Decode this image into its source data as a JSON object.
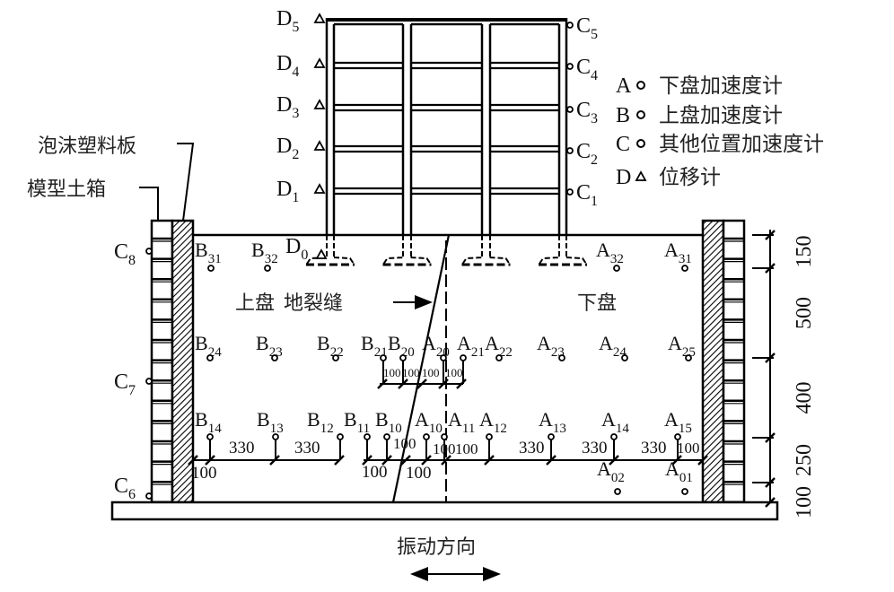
{
  "labels": {
    "foam_board": "泡沫塑料板",
    "soil_box": "模型土箱",
    "hanging_wall": "上盘",
    "ground_fissure": "地裂缝",
    "footwall": "下盘",
    "vibration_direction": "振动方向"
  },
  "legend": [
    {
      "letter": "A",
      "symbol": "circle",
      "text": "下盘加速度计"
    },
    {
      "letter": "B",
      "symbol": "circle",
      "text": "上盘加速度计"
    },
    {
      "letter": "C",
      "symbol": "circle",
      "text": "其他位置加速度计"
    },
    {
      "letter": "D",
      "symbol": "triangle",
      "text": "位移计"
    }
  ],
  "displacement_meters": [
    {
      "base": "D",
      "sub": "5"
    },
    {
      "base": "D",
      "sub": "4"
    },
    {
      "base": "D",
      "sub": "3"
    },
    {
      "base": "D",
      "sub": "2"
    },
    {
      "base": "D",
      "sub": "1"
    },
    {
      "base": "D",
      "sub": "0"
    }
  ],
  "structure_accelerometers": [
    {
      "base": "C",
      "sub": "5"
    },
    {
      "base": "C",
      "sub": "4"
    },
    {
      "base": "C",
      "sub": "3"
    },
    {
      "base": "C",
      "sub": "2"
    },
    {
      "base": "C",
      "sub": "1"
    }
  ],
  "box_accelerometers": [
    {
      "base": "C",
      "sub": "8"
    },
    {
      "base": "C",
      "sub": "7"
    },
    {
      "base": "C",
      "sub": "6"
    }
  ],
  "row3": [
    {
      "base": "B",
      "sub": "31"
    },
    {
      "base": "B",
      "sub": "32"
    },
    {
      "base": "A",
      "sub": "32"
    },
    {
      "base": "A",
      "sub": "31"
    }
  ],
  "row2": [
    {
      "base": "B",
      "sub": "24"
    },
    {
      "base": "B",
      "sub": "23"
    },
    {
      "base": "B",
      "sub": "22"
    },
    {
      "base": "B",
      "sub": "21"
    },
    {
      "base": "B",
      "sub": "20"
    },
    {
      "base": "A",
      "sub": "20"
    },
    {
      "base": "A",
      "sub": "21"
    },
    {
      "base": "A",
      "sub": "22"
    },
    {
      "base": "A",
      "sub": "23"
    },
    {
      "base": "A",
      "sub": "24"
    },
    {
      "base": "A",
      "sub": "25"
    }
  ],
  "row1": [
    {
      "base": "B",
      "sub": "14"
    },
    {
      "base": "B",
      "sub": "13"
    },
    {
      "base": "B",
      "sub": "12"
    },
    {
      "base": "B",
      "sub": "11"
    },
    {
      "base": "B",
      "sub": "10"
    },
    {
      "base": "A",
      "sub": "10"
    },
    {
      "base": "A",
      "sub": "11"
    },
    {
      "base": "A",
      "sub": "12"
    },
    {
      "base": "A",
      "sub": "13"
    },
    {
      "base": "A",
      "sub": "14"
    },
    {
      "base": "A",
      "sub": "15"
    }
  ],
  "row0": [
    {
      "base": "A",
      "sub": "02"
    },
    {
      "base": "A",
      "sub": "01"
    }
  ],
  "row2_spacings": [
    "100",
    "100",
    "100",
    "100"
  ],
  "row1_spacings_top": [
    "330",
    "330",
    "100",
    "100",
    "100",
    "330",
    "330",
    "330",
    "100"
  ],
  "row1_spacings_bottom": [
    "100",
    "100",
    "100"
  ],
  "vertical_dimensions": [
    "150",
    "500",
    "400",
    "250",
    "100"
  ]
}
